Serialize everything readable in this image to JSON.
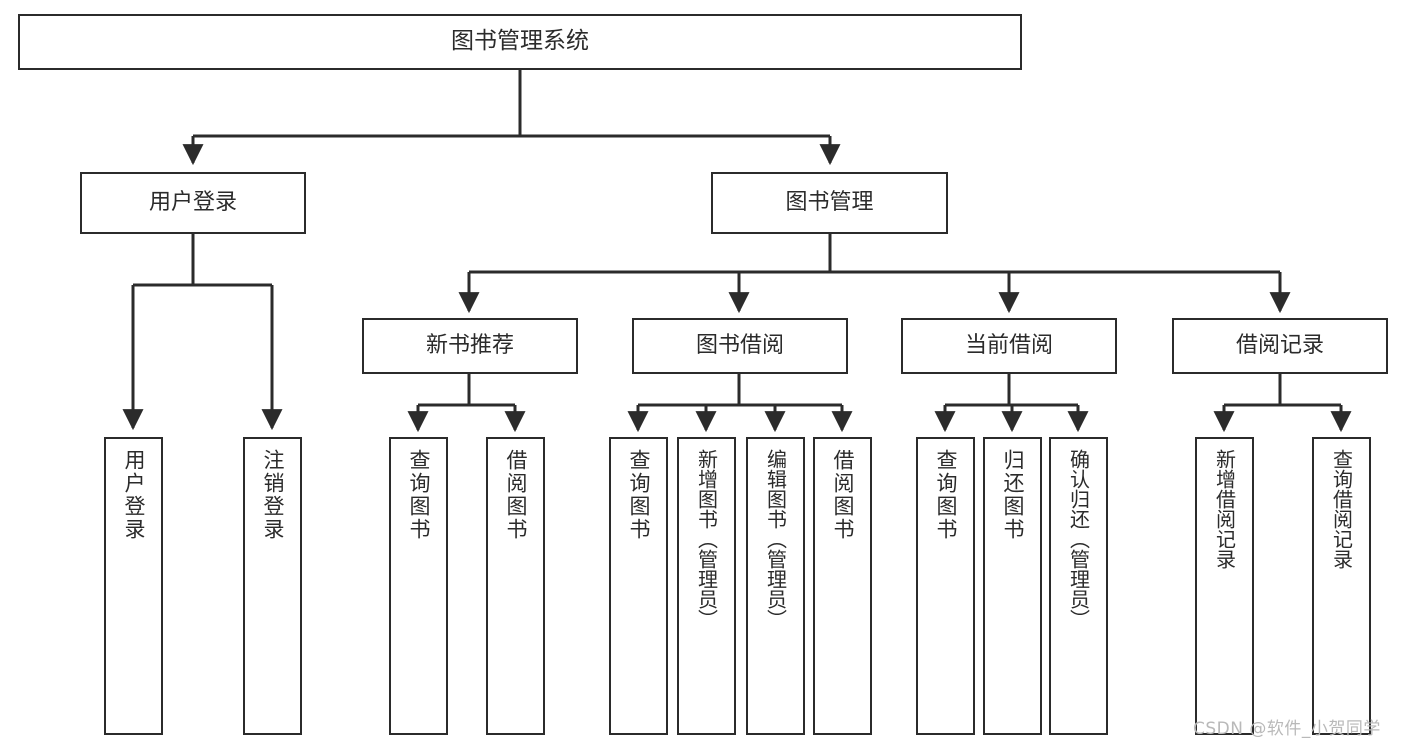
{
  "diagram": {
    "title": "图书管理系统",
    "type": "hierarchy-tree",
    "background_color": "#ffffff",
    "line_color": "#2b2b2b",
    "text_color": "#2b2b2b",
    "nodes": {
      "root": {
        "label": "图书管理系统"
      },
      "level2": [
        {
          "id": "user-login",
          "label": "用户登录"
        },
        {
          "id": "book-management",
          "label": "图书管理"
        }
      ],
      "level3": [
        {
          "id": "new-book-recommend",
          "label": "新书推荐"
        },
        {
          "id": "book-borrow",
          "label": "图书借阅"
        },
        {
          "id": "current-borrow",
          "label": "当前借阅"
        },
        {
          "id": "borrow-record",
          "label": "借阅记录"
        }
      ],
      "leaves": {
        "user_login": [
          {
            "id": "leaf-user-login",
            "label": "用户登录"
          },
          {
            "id": "leaf-logout-login",
            "label": "注销登录"
          }
        ],
        "new_book_recommend": [
          {
            "id": "leaf-query-book-1",
            "label": "查询图书"
          },
          {
            "id": "leaf-borrow-book-1",
            "label": "借阅图书"
          }
        ],
        "book_borrow": [
          {
            "id": "leaf-query-book-2",
            "label": "查询图书"
          },
          {
            "id": "leaf-add-book",
            "label": "新增图书（管理员）"
          },
          {
            "id": "leaf-edit-book",
            "label": "编辑图书（管理员）"
          },
          {
            "id": "leaf-borrow-book-2",
            "label": "借阅图书"
          }
        ],
        "current_borrow": [
          {
            "id": "leaf-query-book-3",
            "label": "查询图书"
          },
          {
            "id": "leaf-return-book",
            "label": "归还图书"
          },
          {
            "id": "leaf-confirm-return",
            "label": "确认归还（管理员）"
          }
        ],
        "borrow_record": [
          {
            "id": "leaf-add-record",
            "label": "新增借阅记录"
          },
          {
            "id": "leaf-query-record",
            "label": "查询借阅记录"
          }
        ]
      }
    }
  },
  "watermark": {
    "text": "CSDN @软件_小贺同学"
  }
}
